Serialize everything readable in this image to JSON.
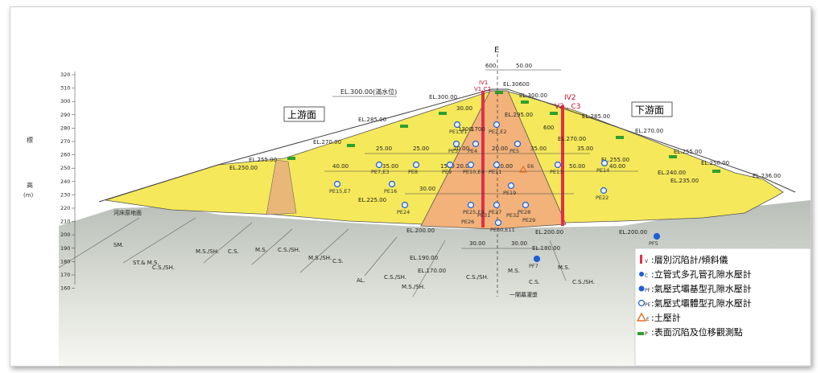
{
  "labels": {
    "centerline": "E",
    "upstream_face": "上游面",
    "downstream_face": "下游面",
    "reservoir_level": "EL.300.00(滿水位)",
    "y_axis_title_1": "標",
    "y_axis_title_2": "高",
    "y_axis_unit": "(m)",
    "crest_el": "EL.306.00",
    "crest_el_up": "EL.300.00",
    "crest_el_dn": "EL.300.00",
    "crest_tag": "EL.30600",
    "iv1": "IV1",
    "iv1_sub": "V1,C2",
    "iv2": "IV2",
    "iv2_sub": "V2 , C3",
    "dim_600_top": "600",
    "dim_5000": "50.00",
    "dim_600_right": "600",
    "dim_3000_a": "30.00",
    "dim_3000_b": "30.00",
    "dim_3000_c": "30.00",
    "dim_3000_d": "30.00",
    "dim_2500_a": "25.00",
    "dim_2500_b": "25.00",
    "dim_2000_a": "20.00",
    "dim_2000_b": "20.00",
    "dim_2000_c": "20.00",
    "dim_2000_d": "20.00",
    "dim_3500_a": "35.00",
    "dim_3500_b": "35.00",
    "dim_3500_c": "35.00",
    "dim_4000_a": "40.00",
    "dim_4000_b": "40.00",
    "dim_5000_b": "50.00",
    "dim_1300": "1300",
    "dim_1700": "1700",
    "dim_1500": "1500",
    "el_up_285": "EL.285.00",
    "el_up_270": "EL.270.00",
    "el_up_255": "EL.255.00",
    "el_up_250": "EL.250.00",
    "el_up_225": "EL.225.00",
    "el_c_295": "EL.295.00",
    "el_dn_285": "EL.285.00",
    "el_dn_270": "EL.270.00",
    "el_dn_270b": "EL.270.00",
    "el_dn_255": "EL.255.00",
    "el_dn_255b": "EL.255.00",
    "el_dn_250": "EL.250.00",
    "el_dn_240": "EL.240.00",
    "el_dn_235": "EL.235.00",
    "el_dn_236": "EL.236.00",
    "el_200_a": "EL.200.00",
    "el_200_b": "EL.200.00",
    "el_200_c": "EL.200.00",
    "el_190": "EL.190.00",
    "el_180": "EL.180.00",
    "el_170": "EL.170.00",
    "grout": "一閘幕灌漿",
    "river": "河床原地面",
    "soil_1": "SM.",
    "soil_2": "ST.& M.S.",
    "soil_3": "C.S./SH.",
    "soil_4": "M.S./SH.",
    "soil_5": "C.S.",
    "soil_6": "M.S.",
    "soil_7": "C.S./SH.",
    "soil_8": "M.S./SH.",
    "soil_9": "C.S.",
    "soil_10": "AL.",
    "soil_11": "C.S./SH.",
    "soil_12": "M.S./SH.",
    "soil_13": "C.S./SH.",
    "soil_14": "M.S.",
    "soil_15": "C.S.",
    "soil_16": "M.S.",
    "soil_17": "C.S./SH."
  },
  "y_axis_ticks": [
    "320",
    "310",
    "300",
    "290",
    "280",
    "270",
    "260",
    "250",
    "240",
    "230",
    "220",
    "210",
    "200",
    "190",
    "180",
    "170",
    "160"
  ],
  "piezometers": [
    {
      "label": "PE1,E1"
    },
    {
      "label": "PE2,E2"
    },
    {
      "label": "PE3"
    },
    {
      "label": "PE4"
    },
    {
      "label": "PE5"
    },
    {
      "label": "PE7,E3"
    },
    {
      "label": "PE8"
    },
    {
      "label": "PE9"
    },
    {
      "label": "PE10,E4"
    },
    {
      "label": "PE11"
    },
    {
      "label": "E6"
    },
    {
      "label": "PE13"
    },
    {
      "label": "PE14"
    },
    {
      "label": "PE15,E7"
    },
    {
      "label": "PE16"
    },
    {
      "label": "PE19"
    },
    {
      "label": "PE22"
    },
    {
      "label": "PE24"
    },
    {
      "label": "PE25,E9"
    },
    {
      "label": "PE26"
    },
    {
      "label": "PE27"
    },
    {
      "label": "PE28"
    },
    {
      "label": "PE29"
    },
    {
      "label": "PE30,E11"
    },
    {
      "label": "PE31"
    },
    {
      "label": "PE32"
    },
    {
      "label": "PF5"
    },
    {
      "label": "PF7"
    }
  ],
  "legend": {
    "items": [
      {
        "icon": "settlement-inclinometer-icon",
        "sub": "V",
        "text": ":層別沉陷計/傾斜儀"
      },
      {
        "icon": "standpipe-piezometer-icon",
        "sub": "C",
        "text": ":立管式多孔管孔隙水壓計"
      },
      {
        "icon": "foundation-piezometer-icon",
        "sub": "PF",
        "text": ":氣壓式壩基型孔隙水壓計"
      },
      {
        "icon": "embankment-piezometer-icon",
        "sub": "PE",
        "text": ":氣壓式壩體型孔隙水壓計"
      },
      {
        "icon": "earth-pressure-cell-icon",
        "sub": "E",
        "text": ":土壓計"
      },
      {
        "icon": "surface-marker-icon",
        "sub": "P",
        "text": ":表面沉陷及位移觀測點"
      }
    ]
  },
  "colors": {
    "shell": "#f5e85a",
    "core": "#f2b27a",
    "foundation": "#c8ccc6",
    "instrument_red": "#e0304a",
    "piezo_blue": "#1f5fd6",
    "marker_green": "#2ea02e",
    "earth_orange": "#e07020"
  }
}
